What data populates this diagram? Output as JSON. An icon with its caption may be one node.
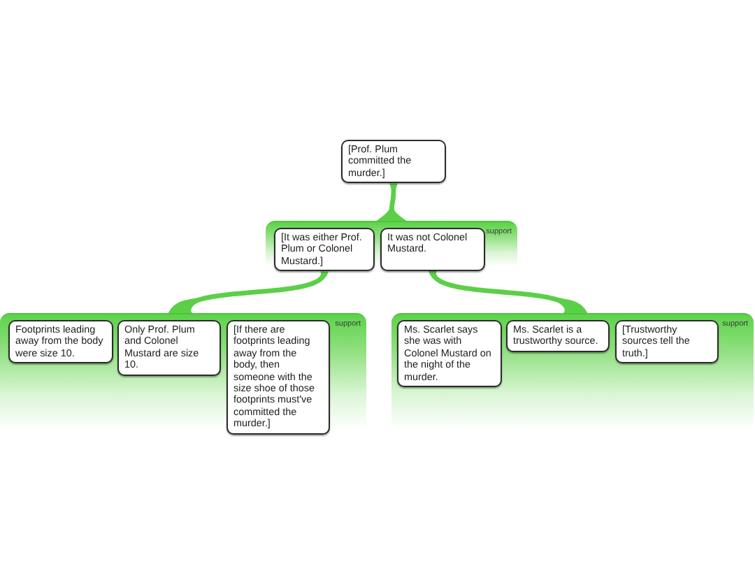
{
  "diagram": {
    "nodes": [
      {
        "text": [
          "[Prof. Plum committed the murder.]"
        ]
      },
      {
        "text": [
          "support"
        ]
      },
      {
        "text": [
          "[It was either Prof. Plum or Colonel Mustard.]"
        ],
        "in": 1
      },
      {
        "text": [
          "It was not Colonel Mustard."
        ],
        "in": 1
      },
      {
        "text": [
          "support"
        ]
      },
      {
        "text": [
          "Footprints leading away from the body were size 10."
        ],
        "in": 4
      },
      {
        "text": [
          "Only Prof. Plum and Colonel Mustard are size 10."
        ],
        "in": 4
      },
      {
        "text": [
          "[If there are footprints leading away from the body, then someone with the size shoe of those footprints must've committed the murder.]"
        ],
        "in": 4
      },
      {
        "text": [
          "support"
        ]
      },
      {
        "text": [
          "Ms. Scarlet says she was with Colonel Mustard on the night of the murder."
        ],
        "in": 8
      },
      {
        "text": [
          "Ms. Scarlet is a trustworthy source."
        ],
        "in": 8
      },
      {
        "text": [
          "[Trustworthy sources tell the truth.]"
        ],
        "in": 8
      }
    ],
    "edges": [
      {
        "from": 1,
        "to": 0,
        "arrow": "none"
      },
      {
        "from": 4,
        "to": 2,
        "arrow": "none"
      },
      {
        "from": 8,
        "to": 3,
        "arrow": "none"
      }
    ]
  }
}
